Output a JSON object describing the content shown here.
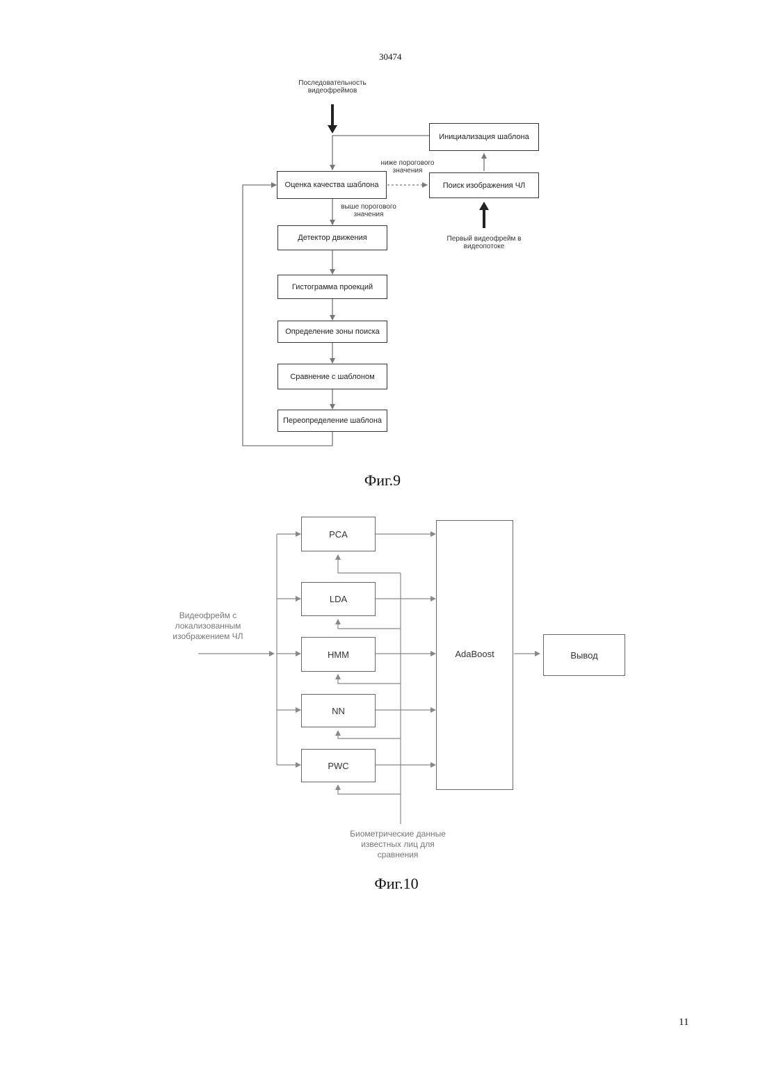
{
  "header": {
    "doc_number": "30474",
    "page_number": "11"
  },
  "fig9": {
    "caption": "Фиг.9",
    "input_label": "Последовательность видеофреймов",
    "first_frame_label": "Первый видеофрейм в видеопотоке",
    "below_threshold": "ниже порогового значения",
    "above_threshold": "выше порогового значения",
    "boxes": {
      "init": "Инициализация шаблона",
      "quality": "Оценка качества шаблона",
      "search": "Поиск изображения ЧЛ",
      "motion": "Детектор движения",
      "histogram": "Гистограмма проекций",
      "zone": "Определение зоны поиска",
      "compare": "Сравнение с шаблоном",
      "redefine": "Переопределение шаблона"
    }
  },
  "fig10": {
    "caption": "Фиг.10",
    "input_label": "Видеофрейм с локализованным изображением ЧЛ",
    "biometric_label": "Биометрические данные известных лиц для сравнения",
    "classifiers": [
      "PCA",
      "LDA",
      "HMM",
      "NN",
      "PWC"
    ],
    "adaboost": "AdaBoost",
    "output": "Вывод"
  }
}
